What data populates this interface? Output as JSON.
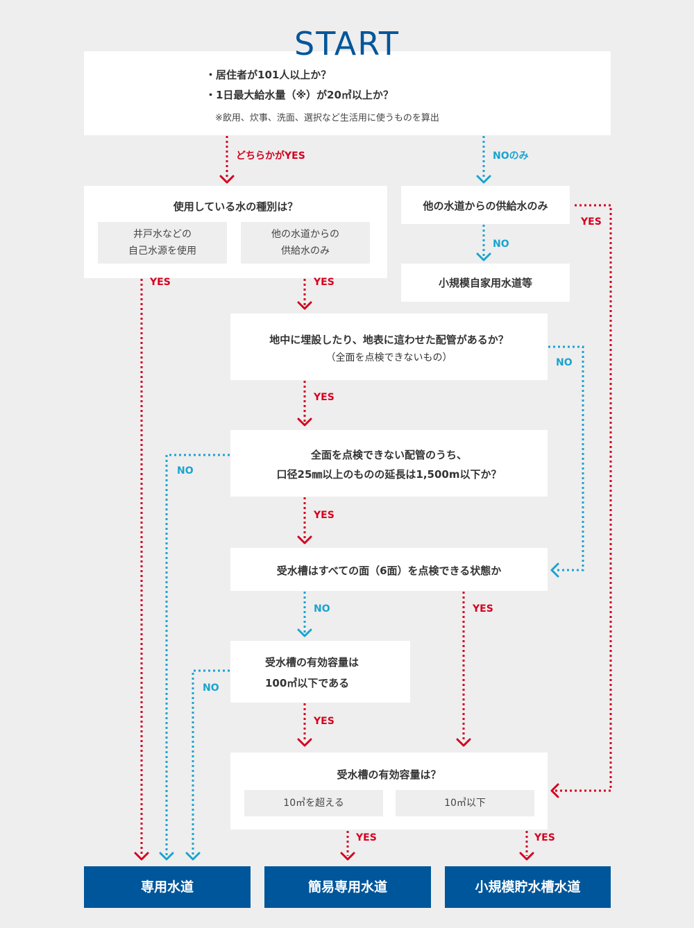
{
  "start_label": "START",
  "q1": {
    "line1": "・居住者が101人以上か？",
    "line2": "・1日最大給水量（※）が20㎥以上か？",
    "note": "※飲用、炊事、洗面、選択など生活用に使うものを算出"
  },
  "labels": {
    "either_yes": "どちらかがYES",
    "no_only": "NOのみ",
    "yes": "YES",
    "no": "NO"
  },
  "q_water_type": {
    "title": "使用している水の種別は？",
    "opt_a_line1": "井戸水などの",
    "opt_a_line2": "自己水源を使用",
    "opt_b_line1": "他の水道からの",
    "opt_b_line2": "供給水のみ"
  },
  "q_other_supply": "他の水道からの供給水のみ",
  "small_private": "小規模自家用水道等",
  "q_buried": {
    "line1": "地中に埋設したり、地表に這わせた配管があるか？",
    "line2": "（全面を点検できないもの）"
  },
  "q_pipe_length": {
    "line1": "全面を点検できない配管のうち、",
    "line2": "口径25㎜以上のものの延長は1,500m以下か？"
  },
  "q_tank_inspect": "受水槽はすべての面（6面）を点検できる状態か",
  "q_tank_100": {
    "line1": "受水槽の有効容量は",
    "line2": "100㎥以下である"
  },
  "q_tank_10": {
    "title": "受水槽の有効容量は？",
    "opt_over": "10㎥を超える",
    "opt_under": "10㎥以下"
  },
  "results": {
    "dedicated": "専用水道",
    "simple_dedicated": "簡易専用水道",
    "small_tank": "小規模貯水槽水道"
  },
  "colors": {
    "red": "#d4001f",
    "blue": "#1aa3cf",
    "navy": "#00569a"
  }
}
